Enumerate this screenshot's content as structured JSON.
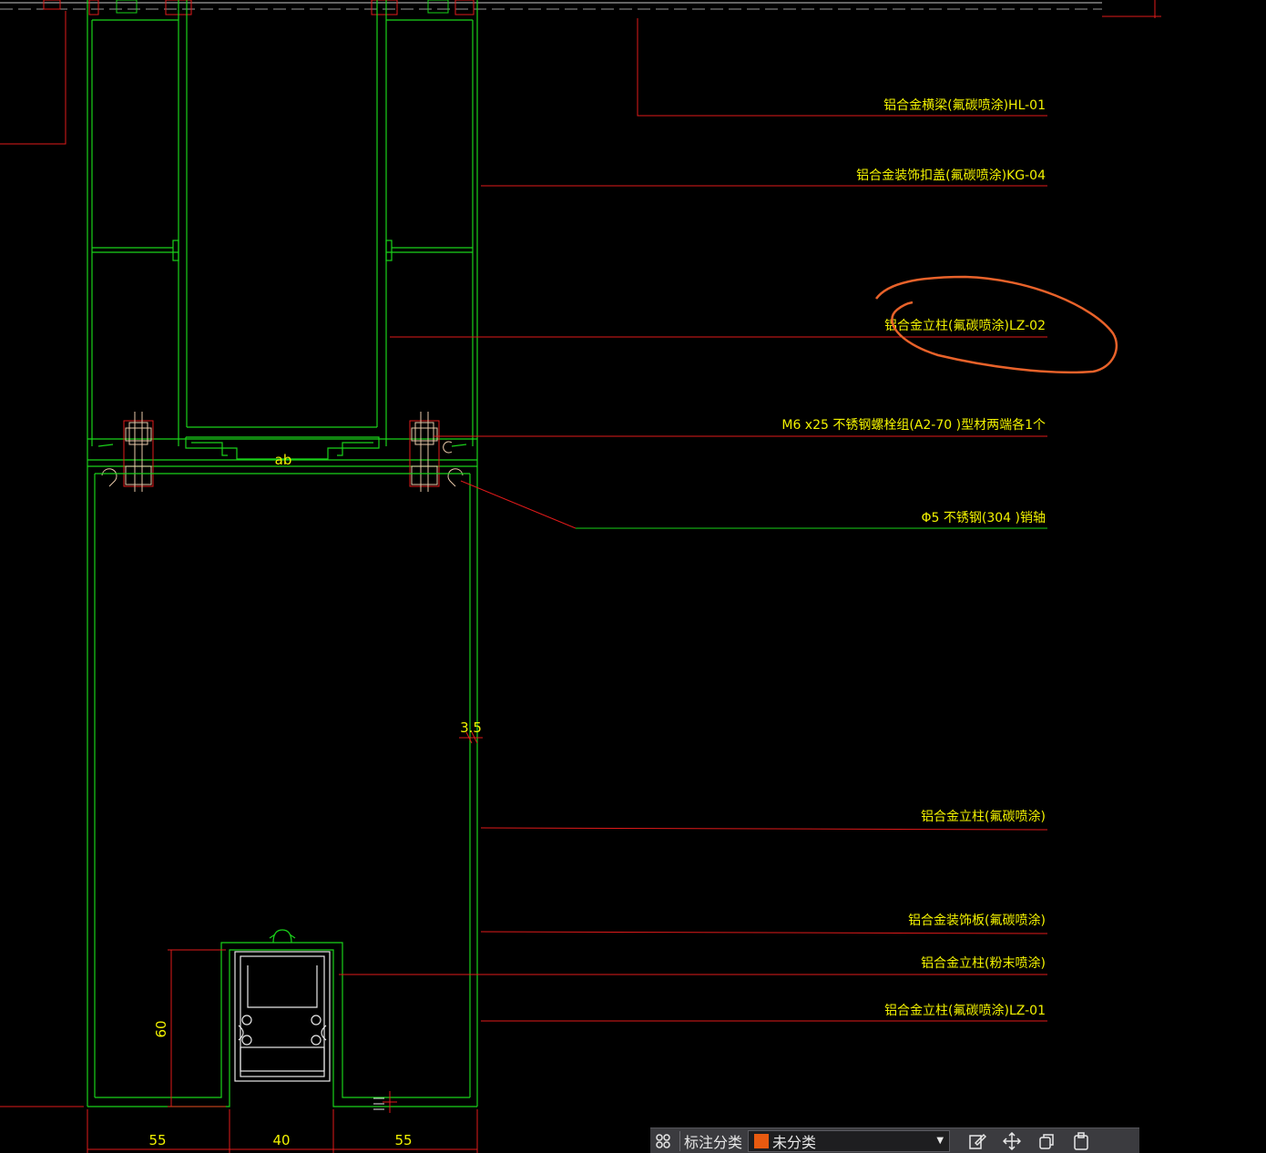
{
  "labels": [
    {
      "text": "铝合金横梁(氟碳喷涂)HL-01"
    },
    {
      "text": "铝合金装饰扣盖(氟碳喷涂)KG-04"
    },
    {
      "text": "铝合金立柱(氟碳喷涂)LZ-02"
    },
    {
      "text": "M6 x25 不锈钢螺栓组(A2-70 )型材两端各1个"
    },
    {
      "text": "Φ5 不锈钢(304 )销轴"
    },
    {
      "text": "铝合金立柱(氟碳喷涂)"
    },
    {
      "text": "铝合金装饰板(氟碳喷涂)"
    },
    {
      "text": "铝合金立柱(粉末喷涂)"
    },
    {
      "text": "铝合金立柱(氟碳喷涂)LZ-01"
    }
  ],
  "dimensions": {
    "wall": "3.5",
    "height": "60",
    "left": "55",
    "mid": "40",
    "right": "55"
  },
  "colors": {
    "profile": "#19d219",
    "leader": "#e01a1a",
    "text": "#f2f200",
    "highlight": "#e8622a",
    "swatch": "#e85a10"
  },
  "toolbar": {
    "grid_icon": "grid-icon",
    "category_label": "标注分类",
    "category_value": "未分类",
    "tools": [
      "edit-icon",
      "move-icon",
      "copy-icon",
      "paste-icon"
    ]
  }
}
